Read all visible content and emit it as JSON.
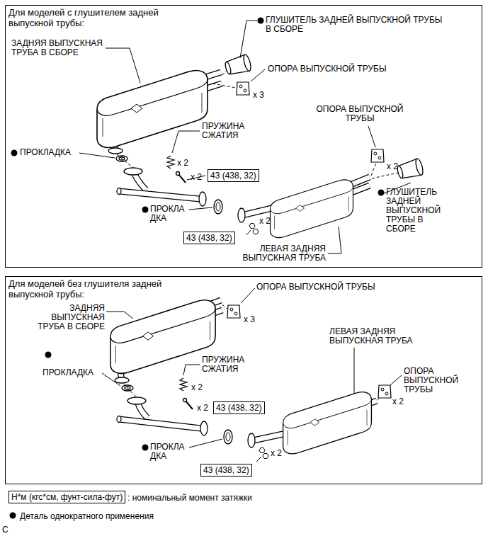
{
  "diagram": {
    "nodes": [
      {
        "text": [
          "Для моделей с глушителем задней выпускной трубы:"
        ]
      },
      {
        "text": [
          "43 (438, 32)"
        ],
        "in": 0
      },
      {
        "text": [
          "43 (438, 32)"
        ],
        "in": 0
      },
      {
        "text": [
          "Для моделей без глушителя задней выпускной трубы:"
        ]
      },
      {
        "text": [
          "43 (438, 32)"
        ],
        "in": 3
      },
      {
        "text": [
          "43 (438, 32)"
        ],
        "in": 3
      },
      {
        "text": [
          "Н*м (кгс*см, фунт-сила-фут)"
        ]
      }
    ],
    "labels": [
      "ЗАДНЯЯ ВЫПУСКНАЯ ТРУБА В СБОРЕ",
      "ГЛУШИТЕЛЬ ЗАДНЕЙ ВЫПУСКНОЙ ТРУБЫ В СБОРЕ",
      "ОПОРА ВЫПУСКНОЙ ТРУБЫ",
      "x 3",
      "ПРУЖИНА СЖАТИЯ",
      "x 2",
      "x 2",
      "ПРОКЛАДКА",
      "ОПОРА ВЫПУСКНОЙ ТРУБЫ",
      "x 2",
      "ГЛУШИТЕЛЬ ЗАДНЕЙ ВЫПУСКНОЙ ТРУБЫ В СБОРЕ",
      "ПРОКЛА ДКА",
      "x 2",
      "ЛЕВАЯ ЗАДНЯЯ ВЫПУСКНАЯ ТРУБА",
      "ОПОРА ВЫПУСКНОЙ ТРУБЫ",
      "x 3",
      "ЗАДНЯЯ ВЫПУСКНАЯ ТРУБА В СБОРЕ",
      "ПРОКЛАДКА",
      "ПРУЖИНА СЖАТИЯ",
      "x 2",
      "x 2",
      "ЛЕВАЯ ЗАДНЯЯ ВЫПУСКНАЯ ТРУБА",
      "ОПОРА ВЫПУСКНОЙ ТРУБЫ",
      "x 2",
      "ПРОКЛА ДКА",
      "x 2",
      ": номинальный момент затяжки",
      "C"
    ],
    "legend": [
      {
        "text": "Деталь однократного применения"
      }
    ]
  }
}
